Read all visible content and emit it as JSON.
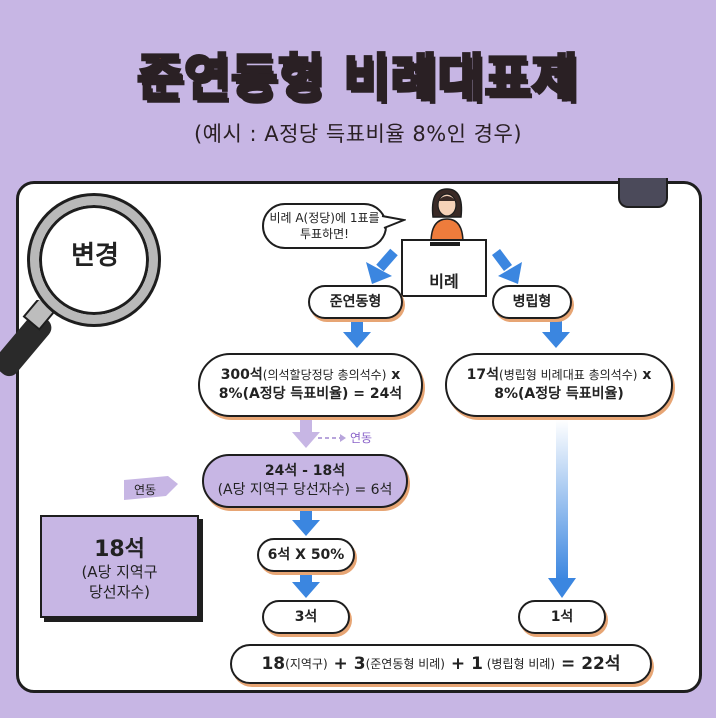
{
  "header": {
    "title": "준연동형 비례대표제",
    "subtitle": "(예시 : A정당 득표비율 8%인 경우)"
  },
  "badge": {
    "label": "변경"
  },
  "speech_bubble": {
    "line1": "비례 A(정당)에 1표를",
    "line2": "투표하면!"
  },
  "ballot_box": {
    "label": "비례"
  },
  "left_branch": {
    "label": "준연동형",
    "calc1_line1_bold": "300석",
    "calc1_line1_small": "(의석할당정당 총의석수)",
    "calc1_line1_tail": " x",
    "calc1_line2": "8%(A정당 득표비율) = 24석",
    "link_label": "연동",
    "calc2_line1": "24석 - 18석",
    "calc2_line2": "(A당 지역구 당선자수) = 6석",
    "calc3": "6석 X 50%",
    "result": "3석"
  },
  "right_branch": {
    "label": "병립형",
    "calc1_line1_bold": "17석",
    "calc1_line1_small": "(병립형 비례대표 총의석수)",
    "calc1_line1_tail": " x",
    "calc1_line2": "8%(A정당 득표비율)",
    "result": "1석"
  },
  "side_label": "연동",
  "info_box": {
    "number": "18석",
    "line1": "(A당 지역구",
    "line2": "당선자수)"
  },
  "total": {
    "part1": "18",
    "part1_small": "(지역구)",
    "plus1": " + ",
    "part2": "3",
    "part2_small": "(준연동형 비례)",
    "plus2": " + ",
    "part3": "1",
    "part3_small": " (병립형 비례)",
    "equals": " = 22석"
  },
  "colors": {
    "background": "#c7b6e4",
    "title": "#ff6a21",
    "arrow": "#3b86e0",
    "purple_arrow": "#c7b6e4"
  }
}
